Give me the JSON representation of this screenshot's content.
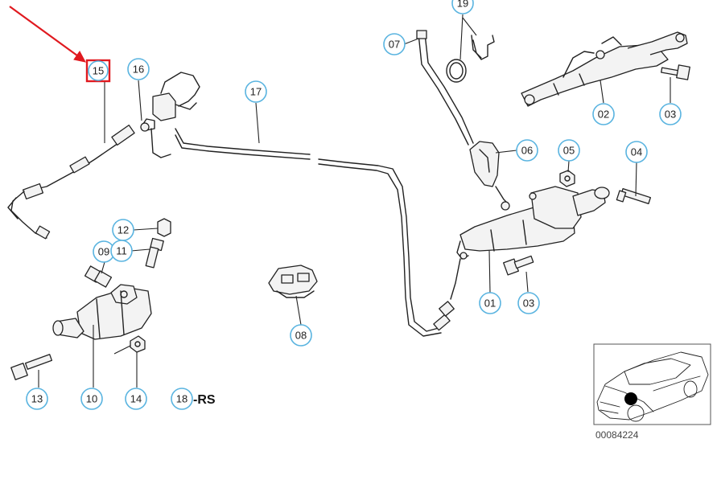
{
  "diagram": {
    "callouts": [
      {
        "id": "15",
        "label": "15",
        "highlighted": true
      },
      {
        "id": "16",
        "label": "16"
      },
      {
        "id": "17",
        "label": "17"
      },
      {
        "id": "19",
        "label": "19"
      },
      {
        "id": "07",
        "label": "07"
      },
      {
        "id": "02",
        "label": "02"
      },
      {
        "id": "03a",
        "label": "03"
      },
      {
        "id": "06",
        "label": "06"
      },
      {
        "id": "05",
        "label": "05"
      },
      {
        "id": "04",
        "label": "04"
      },
      {
        "id": "12",
        "label": "12"
      },
      {
        "id": "09",
        "label": "09"
      },
      {
        "id": "11",
        "label": "11"
      },
      {
        "id": "01",
        "label": "01"
      },
      {
        "id": "03b",
        "label": "03"
      },
      {
        "id": "08",
        "label": "08"
      },
      {
        "id": "13",
        "label": "13"
      },
      {
        "id": "10",
        "label": "10"
      },
      {
        "id": "14",
        "label": "14"
      },
      {
        "id": "18",
        "label": "18"
      }
    ],
    "rs_suffix": "-RS",
    "reference_number": "00084224",
    "highlight_color": "#e0191f",
    "callout_ring_color": "#5ab4e0"
  }
}
